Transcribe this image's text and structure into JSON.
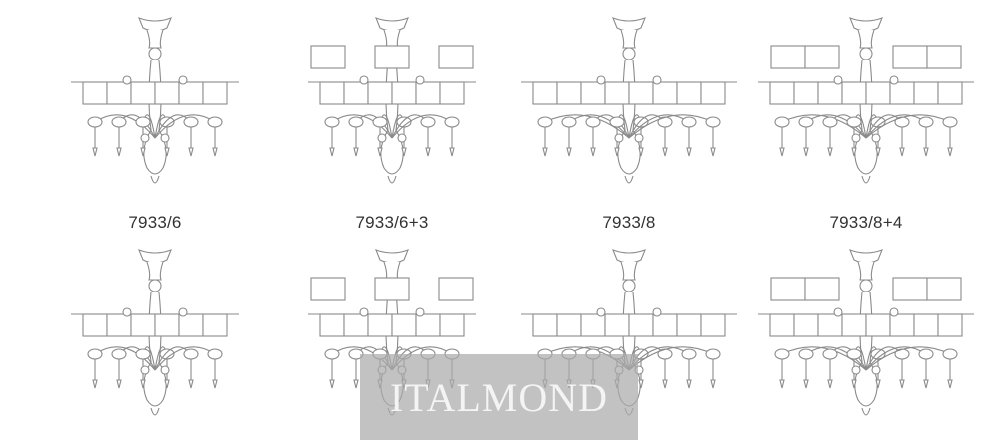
{
  "products": [
    {
      "code": "7933/6",
      "lamps": 6,
      "upper_shades": 0
    },
    {
      "code": "7933/6+3",
      "lamps": 6,
      "upper_shades": 3
    },
    {
      "code": "7933/8",
      "lamps": 8,
      "upper_shades": 0
    },
    {
      "code": "7933/8+4",
      "lamps": 8,
      "upper_shades": 4
    },
    {
      "code": "",
      "lamps": 6,
      "upper_shades": 0
    },
    {
      "code": "",
      "lamps": 6,
      "upper_shades": 3
    },
    {
      "code": "",
      "lamps": 8,
      "upper_shades": 0
    },
    {
      "code": "",
      "lamps": 8,
      "upper_shades": 4
    }
  ],
  "watermark": {
    "text": "ITALMOND"
  },
  "colors": {
    "line": "#8a8a8a",
    "caption": "#333333",
    "watermark_bg": "#aaaaaa"
  }
}
